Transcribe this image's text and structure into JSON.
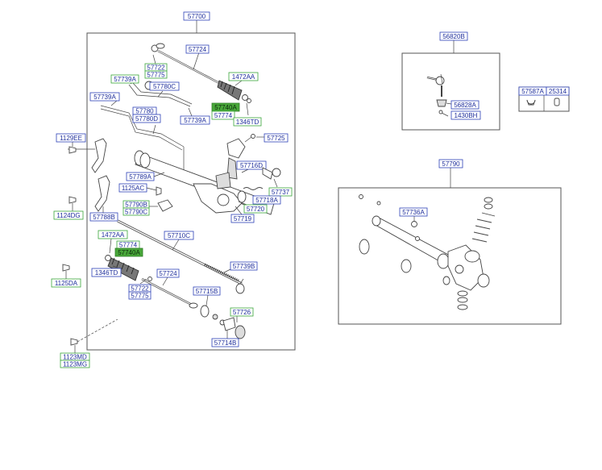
{
  "assembly_main": "57700",
  "assembly_tierod": "56820B",
  "assembly_housing": "57790",
  "labels": {
    "l57724_top": "57724",
    "l57722_top": "57722",
    "l57775_top": "57775",
    "l1472AA_top": "1472AA",
    "l57739A_a": "57739A",
    "l57780C": "57780C",
    "l57740A_top": "57740A",
    "l57774_top": "57774",
    "l1346TD_top": "1346TD",
    "l57739A_b": "57739A",
    "l57780": "57780",
    "l57780D": "57780D",
    "l57739A_c": "57739A",
    "l57725": "57725",
    "l1129EE": "1129EE",
    "l57716D": "57716D",
    "l57789A": "57789A",
    "l1125AC": "1125AC",
    "l57737": "57737",
    "l57718A": "57718A",
    "l57720": "57720",
    "l57790B": "57790B",
    "l57790C": "57790C",
    "l57719": "57719",
    "l1124DG": "1124DG",
    "l57788B": "57788B",
    "l1472AA_bot": "1472AA",
    "l57710C": "57710C",
    "l57774_bot": "57774",
    "l57740A_bot": "57740A",
    "l1346TD_bot": "1346TD",
    "l57739B": "57739B",
    "l1125DA": "1125DA",
    "l57724_bot": "57724",
    "l57722_bot": "57722",
    "l57775_bot": "57775",
    "l57715B": "57715B",
    "l57726": "57726",
    "l57714B": "57714B",
    "l1123MD": "1123MD",
    "l1123MG": "1123MG",
    "l56828A": "56828A",
    "l1430BH": "1430BH",
    "l57587A": "57587A",
    "l25314": "25314",
    "l57736A": "57736A"
  }
}
